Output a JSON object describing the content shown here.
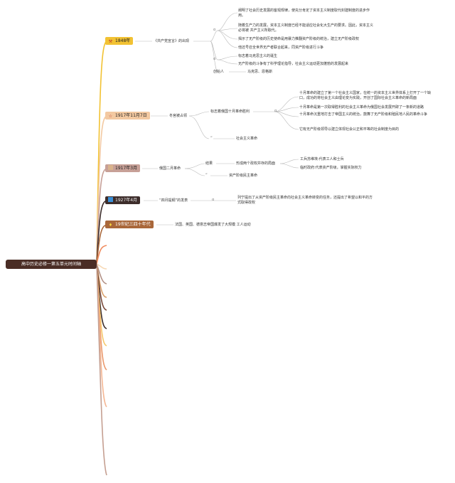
{
  "root": "高中历史必修一第五单元时间轴",
  "colors": {
    "b1848": "#f2c233",
    "b1917_11": "#f3c9a1",
    "b1917_3": "#c7a097",
    "b1927": "#3d2d2b",
    "b19th": "#a9673a",
    "extra": [
      "#f08a5d",
      "#f7d9b5",
      "#b39186",
      "#dba36f",
      "#7a4a3a",
      "#3b2d2b",
      "#f6c86b",
      "#eb9a6d",
      "#f5b895",
      "#c59f91"
    ]
  },
  "b1848": {
    "label": "1848年",
    "icon": "hammer-sickle-icon",
    "mid": "《共产党宣言》的出现",
    "l1_items": [
      "阐明了社会历史发展的客观规律，使充分肯定了资本主义制度取代封建制度的进步作用。",
      "随着生产力的发展，资本主义制度已经不能适应社会化大生产的要求。因此，资本主义必将被 共产主义所取代。",
      "揭示了无产阶级的历史使命是用暴力推翻资产阶级的统治，建立无产阶级政权",
      "他还号召全世界无产者联合起来，同资产阶级进行斗争"
    ],
    "l2_items": [
      "标志着马克思主义的诞生",
      "无产阶级的斗争有了科学理论指导，社会主义运动更加蓬勃的发展起来"
    ],
    "founder_label": "创始人",
    "founder_value": "马克思、恩格斯"
  },
  "b1917_11": {
    "label": "1917年11月7日",
    "icon": "star-icon",
    "mid": "冬宫被占领",
    "sub": "标志着俄国十月革命胜利",
    "items": [
      "十月革命的建立了第一个社会主义国家，在统一的资本主义世界体系上打开了一个缺口，成功的将社会主义由理论变为实践，开创了国际社会主义革命的新局面",
      "十月革命是第一次取得胜利的社会主义革命为俄国社会发展开辟了一条新的道路",
      "十月革命沉重地打击了帝国主义的统治，鼓舞了无产阶级和殖民地人民的革命斗争",
      "它有无产阶级领导以建立体现社会公正和平等的社会制度为目的"
    ],
    "sub2": "社会主义革命"
  },
  "b1917_3": {
    "label": "1917年3月",
    "icon": "square-icon",
    "mid": "俄国二月革命",
    "result": "结果",
    "result_value": "形成两个政权并存的局面",
    "items": [
      "工兵苏维埃:代表工人和士兵",
      "临时政府:代表资产阶级，掌握实际权力"
    ],
    "nature": "资产阶级民主革命"
  },
  "b1927": {
    "label": "1927年4月",
    "icon": "blue-square-icon",
    "mid": "“四月提纲”的发表",
    "desc": "列宁提出了从资产阶级民主革命向社会主义革命转变的任务，还提出了希望以和平的方式取得政权"
  },
  "b19th": {
    "label": "19世纪三四十年代",
    "icon": "gem-icon",
    "desc": "法国、英国、德意志帝国爆发了大规模 工人运动"
  }
}
